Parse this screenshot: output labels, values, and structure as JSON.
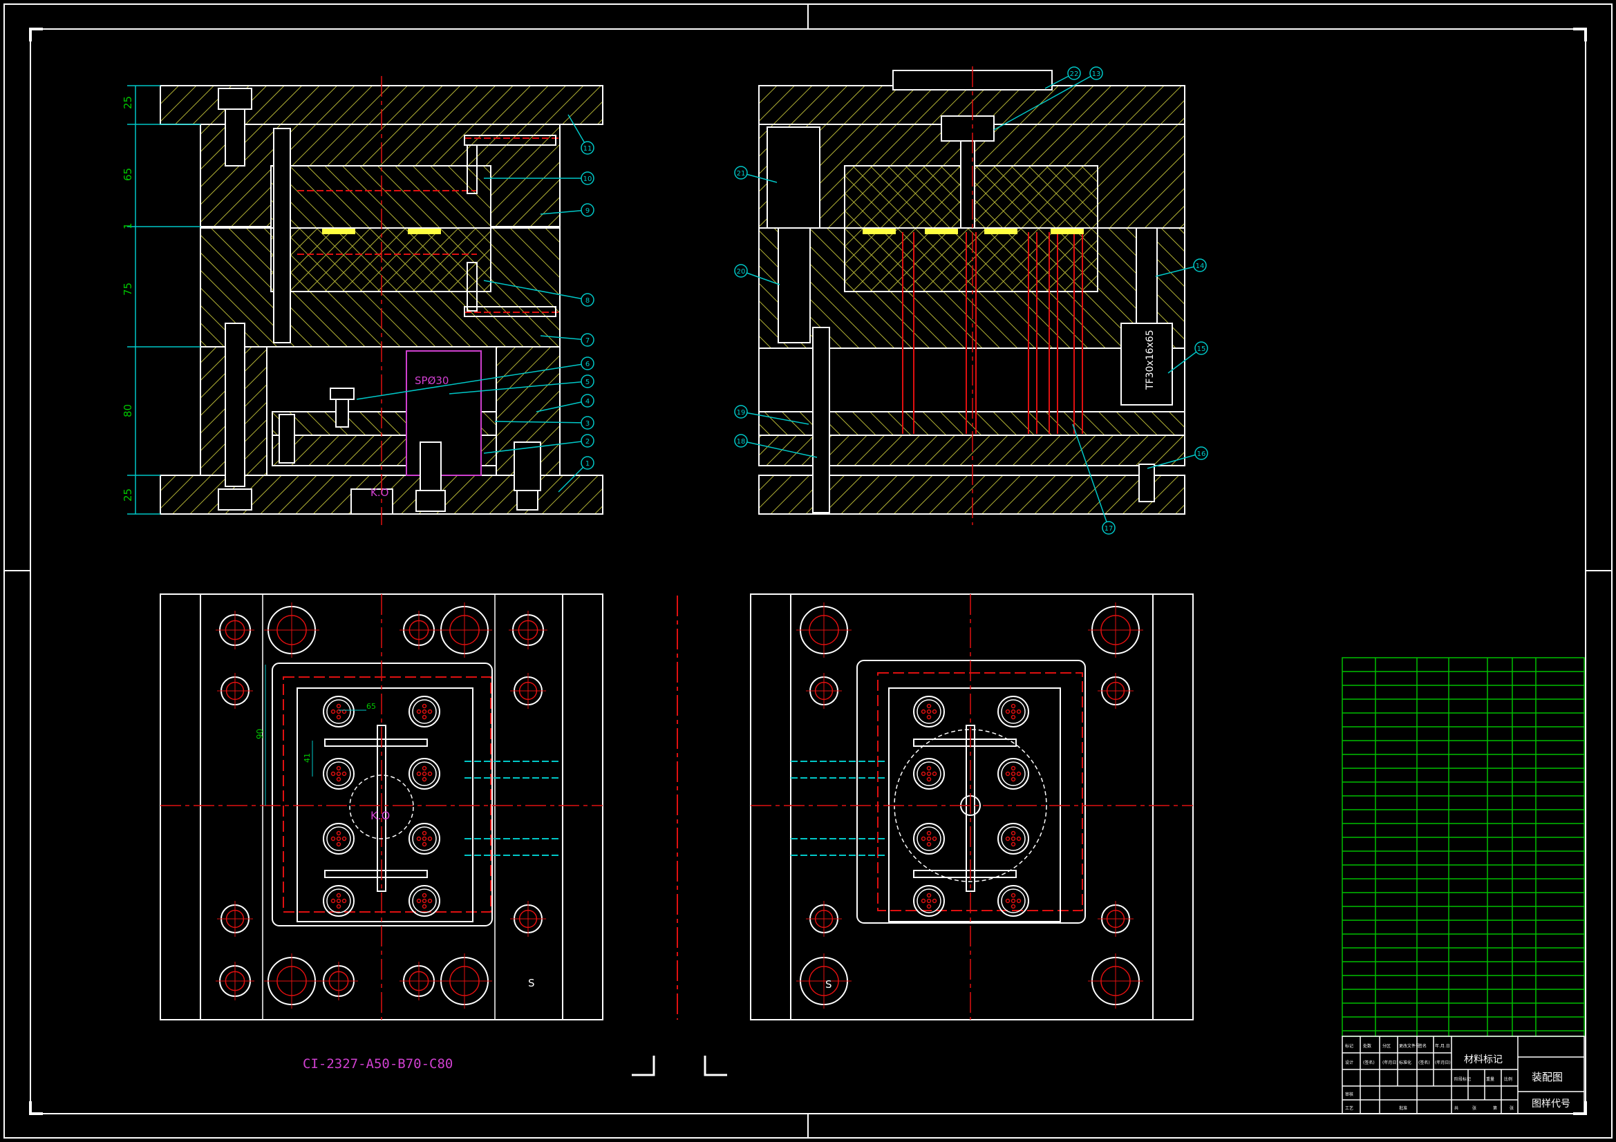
{
  "sheet": {
    "title": "装配图",
    "material_label": "材料标记",
    "drawing_code_label": "图样代号",
    "mold_base_code": "CI-2327-A50-B70-C80"
  },
  "dimensions": {
    "main_view": [
      "25",
      "65",
      "1",
      "75",
      "80",
      "25"
    ],
    "cavity_pitch_x": "65",
    "cavity_pitch_y": "41",
    "cavity_span_y": "90"
  },
  "callouts": {
    "main_view": [
      "11",
      "10",
      "9",
      "8",
      "7",
      "6",
      "5",
      "4",
      "3",
      "2",
      "1"
    ],
    "side_view": [
      "22",
      "13",
      "21",
      "20",
      "14",
      "15",
      "19",
      "18",
      "16",
      "17"
    ]
  },
  "part_labels": {
    "support_pillar": "SPØ30",
    "spring": "TF30x16x65",
    "kick_hole": "K.O",
    "sprue_marks": [
      "S",
      "S"
    ]
  },
  "title_block": {
    "row1": [
      "标记",
      "处数",
      "分区",
      "更改文件号",
      "签名",
      "年.月.日"
    ],
    "row2": [
      "设计",
      "(签名)",
      "(年月日)",
      "标准化",
      "(签名)",
      "(年月日)"
    ],
    "stage_headers": [
      "阶段标记",
      "重量",
      "比例"
    ],
    "row3": [
      "审核"
    ],
    "row4": [
      "工艺",
      "批准"
    ],
    "sheet_count": [
      "共",
      "张",
      "第",
      "张"
    ]
  },
  "colors": {
    "background": "#000000",
    "outline": "#ffffff",
    "hatch": "#b5b536",
    "centerline": "#e01010",
    "dimension": "#00c8c8",
    "callout": "#00c8c8",
    "magenta": "#d040d0",
    "title_grid": "#00c000"
  }
}
